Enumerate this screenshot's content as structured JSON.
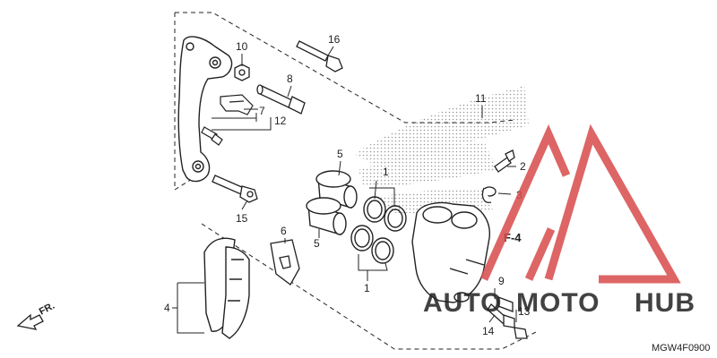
{
  "diagram": {
    "code": "MGW4F0900",
    "direction": "FR.",
    "ref": "F-4",
    "callouts": [
      "1",
      "1",
      "2",
      "3",
      "4",
      "5",
      "5",
      "6",
      "7",
      "8",
      "9",
      "10",
      "11",
      "12",
      "13",
      "14",
      "15",
      "16"
    ]
  },
  "watermark": {
    "brand_auto": "AUTO",
    "brand_moto": "MOTO",
    "brand_hub": "HUB",
    "color_red": "#d94b4b",
    "color_orange": "#e9a640",
    "color_gray": "#6e6e6e"
  },
  "colors": {
    "line": "#222222",
    "stipple": "#9a9a9a"
  }
}
